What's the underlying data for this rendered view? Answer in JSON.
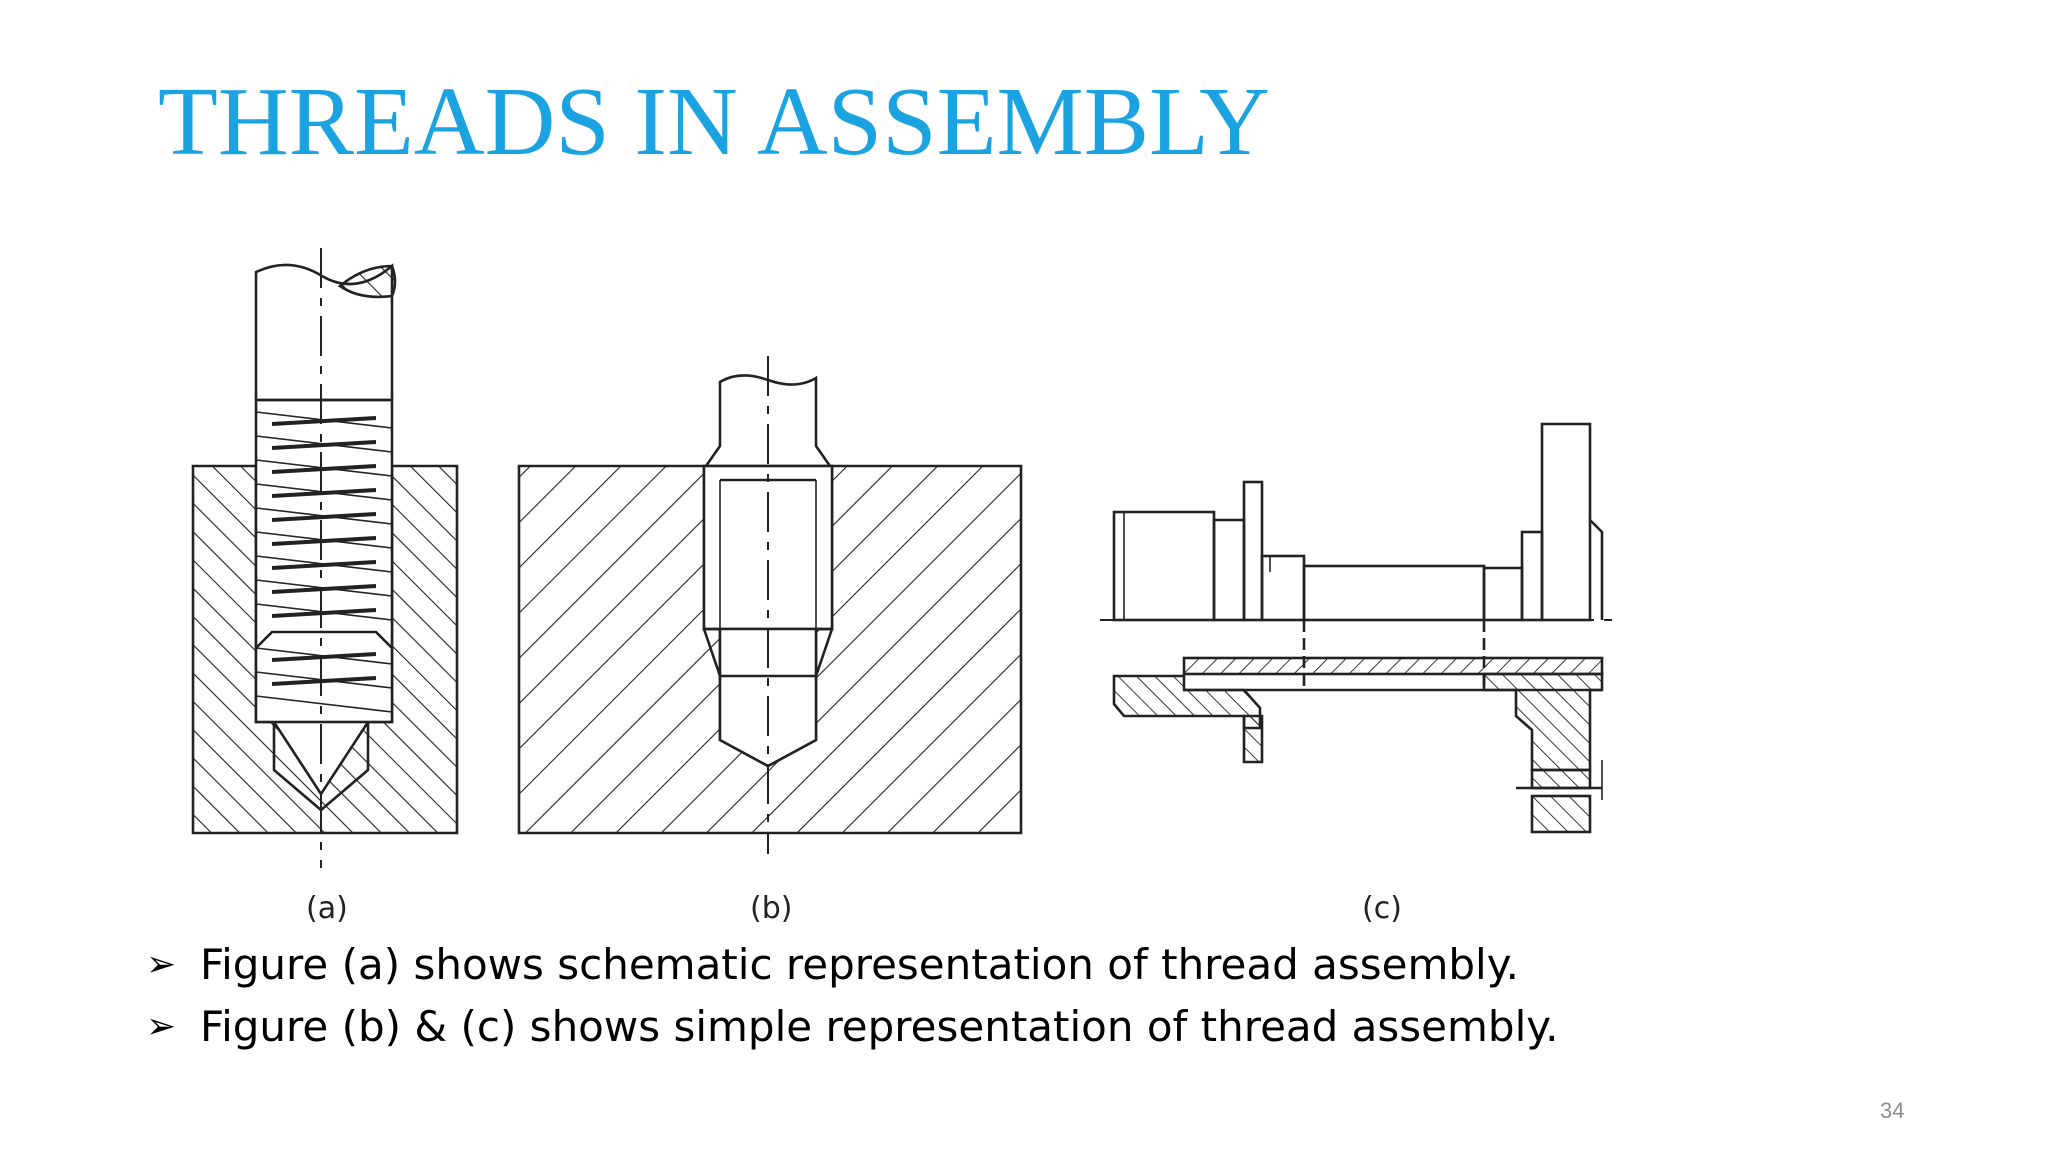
{
  "slide": {
    "title": "THREADS IN ASSEMBLY",
    "page_number": "34"
  },
  "figure": {
    "captions": [
      "(a)",
      "(b)",
      "(c)"
    ]
  },
  "bullets": [
    {
      "marker": "➢",
      "text": "Figure (a) shows schematic representation of thread assembly."
    },
    {
      "marker": "➢",
      "text": "Figure (b) & (c) shows simple representation of thread assembly."
    }
  ],
  "colors": {
    "title": "#1aa3e0",
    "line_art": "#222222"
  },
  "icons": {
    "bullet": "arrowhead-bullet-icon"
  }
}
